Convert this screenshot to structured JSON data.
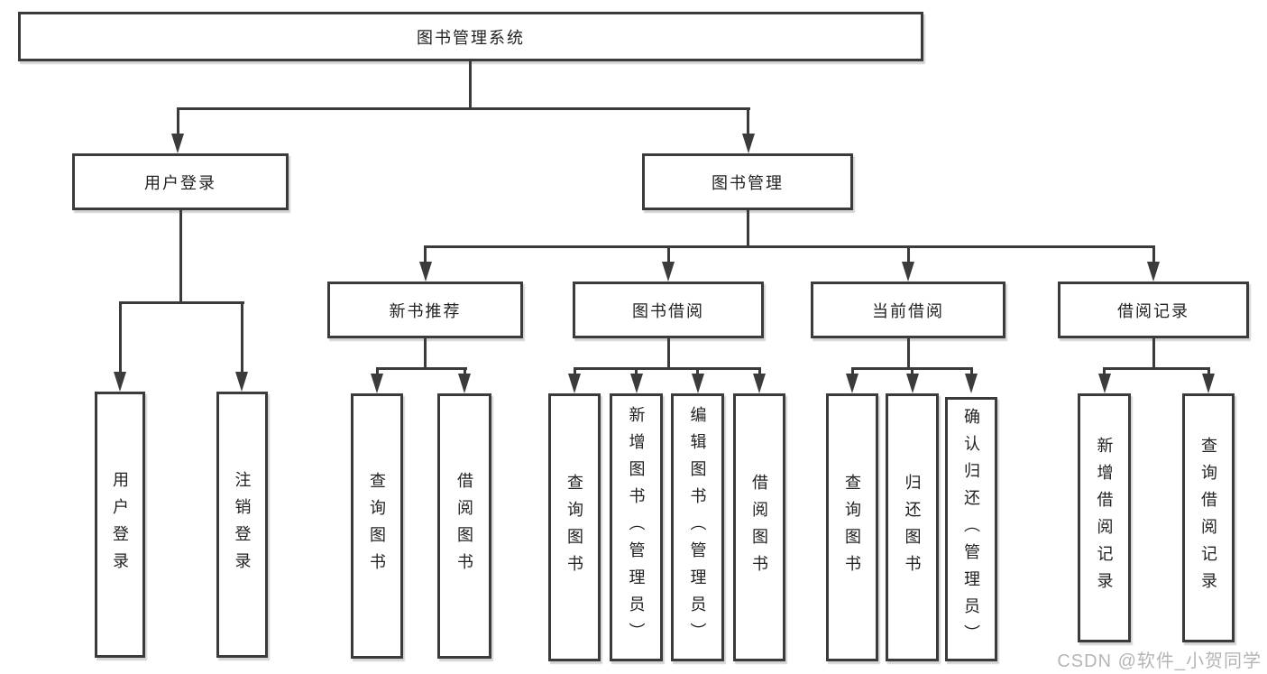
{
  "nodes": {
    "root": "图书管理系统",
    "login": "用户登录",
    "mgmt": "图书管理",
    "login_children": [
      "用户登录",
      "注销登录"
    ],
    "groups": [
      {
        "label": "新书推荐",
        "children": [
          "查询图书",
          "借阅图书"
        ]
      },
      {
        "label": "图书借阅",
        "children": [
          "查询图书",
          "新增图书（管理员）",
          "编辑图书（管理员）",
          "借阅图书"
        ]
      },
      {
        "label": "当前借阅",
        "children": [
          "查询图书",
          "归还图书",
          "确认归还（管理员）"
        ]
      },
      {
        "label": "借阅记录",
        "children": [
          "新增借阅记录",
          "查询借阅记录"
        ]
      }
    ]
  },
  "watermark": "CSDN @软件_小贺同学",
  "colors": {
    "line": "#3b3b3b",
    "text": "#222222",
    "watermark": "#b5b5b5",
    "background": "#ffffff"
  }
}
